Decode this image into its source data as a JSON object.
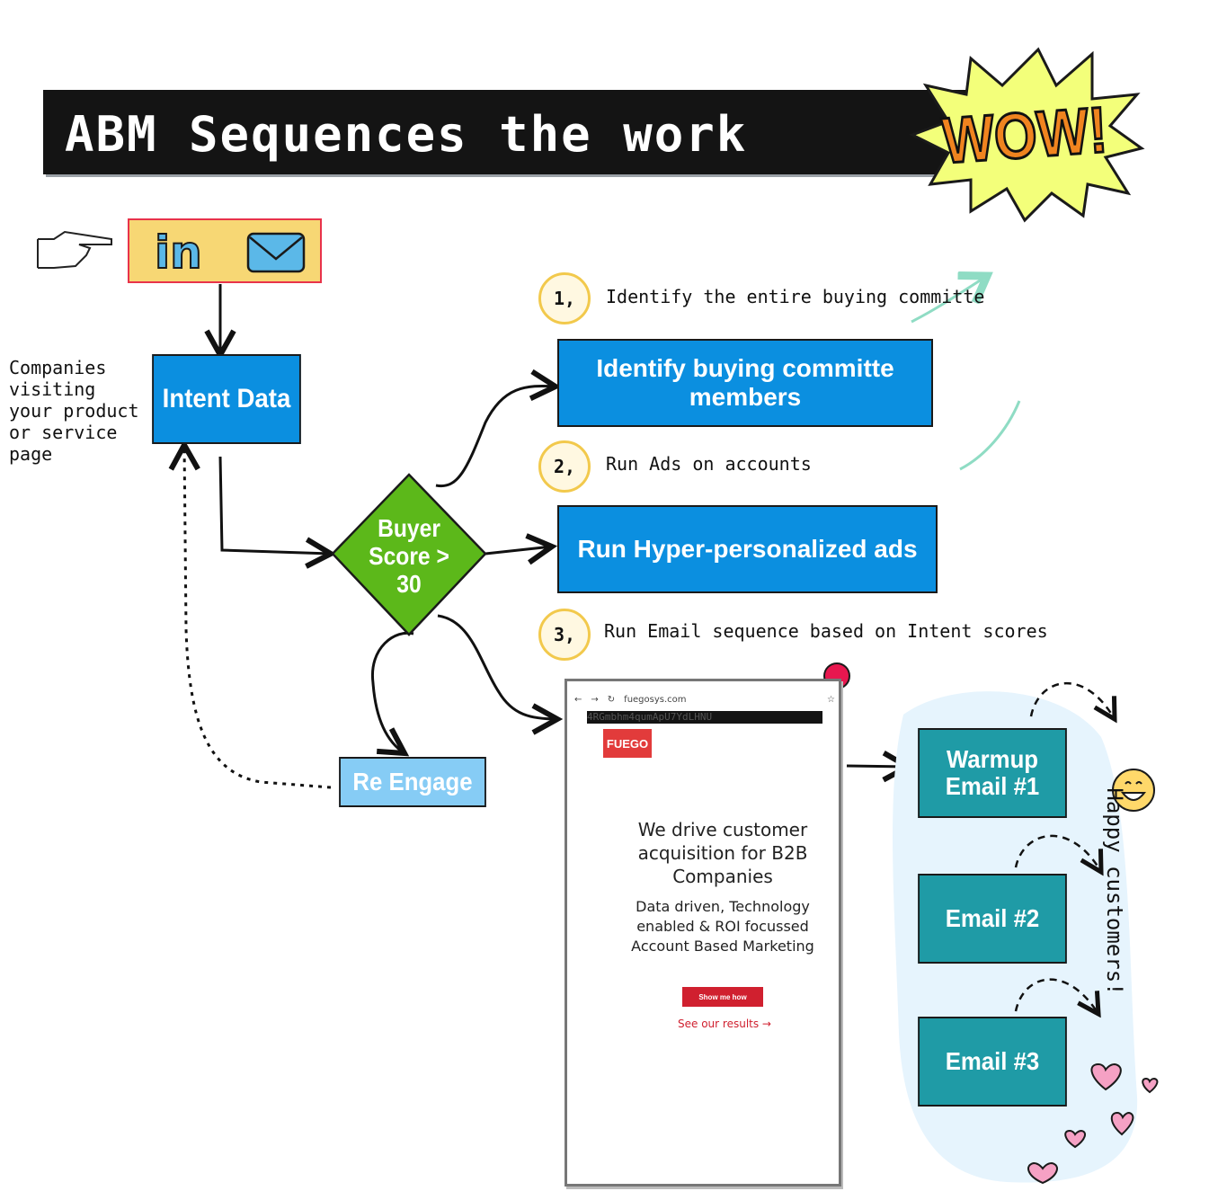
{
  "title": "ABM Sequences the work",
  "wow_text": "WOW!",
  "channels": {
    "linkedin_text": "in",
    "icons": [
      "pointing-hand-icon",
      "linkedin-icon",
      "mail-icon"
    ]
  },
  "side_note": [
    "Companies",
    "visiting",
    "your product",
    "or service",
    "page"
  ],
  "nodes": {
    "intent": "Intent Data",
    "score": [
      "Buyer",
      "Score >",
      "30"
    ],
    "identify": "Identify buying committe members",
    "ads": "Run Hyper-personalized ads",
    "reengage": "Re Engage",
    "warmup": [
      "Warmup",
      "Email #1"
    ],
    "email2": "Email #2",
    "email3": "Email #3"
  },
  "steps": [
    {
      "num": "1,",
      "label": "Identify the entire buying committe"
    },
    {
      "num": "2,",
      "label": "Run Ads on accounts"
    },
    {
      "num": "3,",
      "label": "Run Email sequence based on Intent scores"
    }
  ],
  "landing_page": {
    "url": "fuegosys.com",
    "url_strip": "4RGmbhm4qumApU7YdLHNU",
    "logo": "FUEGO",
    "headline": "We drive customer acquisition for B2B Companies",
    "subheadline": "Data driven, Technology enabled & ROI focussed Account Based Marketing",
    "cta": "Show me how",
    "link": "See our results →"
  },
  "happy_text": "Happy customers!",
  "colors": {
    "blue": "#0b8fe0",
    "teal": "#1f9ba6",
    "light_blue": "#86ccf5",
    "green_diamond": "#5cb81a",
    "channel_box": "#f7d774",
    "accent_arrow": "#8fdcc4",
    "wow_burst": "#f3ff7a",
    "heart": "#f5a1c4"
  }
}
